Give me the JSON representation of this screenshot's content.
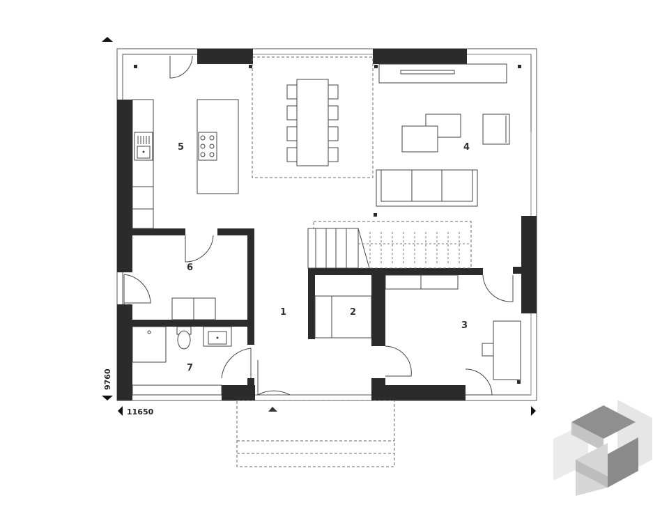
{
  "plan": {
    "rooms": [
      {
        "id": "1",
        "label": "1"
      },
      {
        "id": "2",
        "label": "2"
      },
      {
        "id": "3",
        "label": "3"
      },
      {
        "id": "4",
        "label": "4"
      },
      {
        "id": "5",
        "label": "5"
      },
      {
        "id": "6",
        "label": "6"
      },
      {
        "id": "7",
        "label": "7"
      }
    ],
    "dimensions": {
      "width": "11650",
      "depth": "9760"
    }
  },
  "colors": {
    "wall": "#2b2b2b",
    "line": "#555555",
    "logo_light": "#e4e4e4",
    "logo_mid": "#bdbdbd",
    "logo_dark": "#8a8a8a"
  }
}
